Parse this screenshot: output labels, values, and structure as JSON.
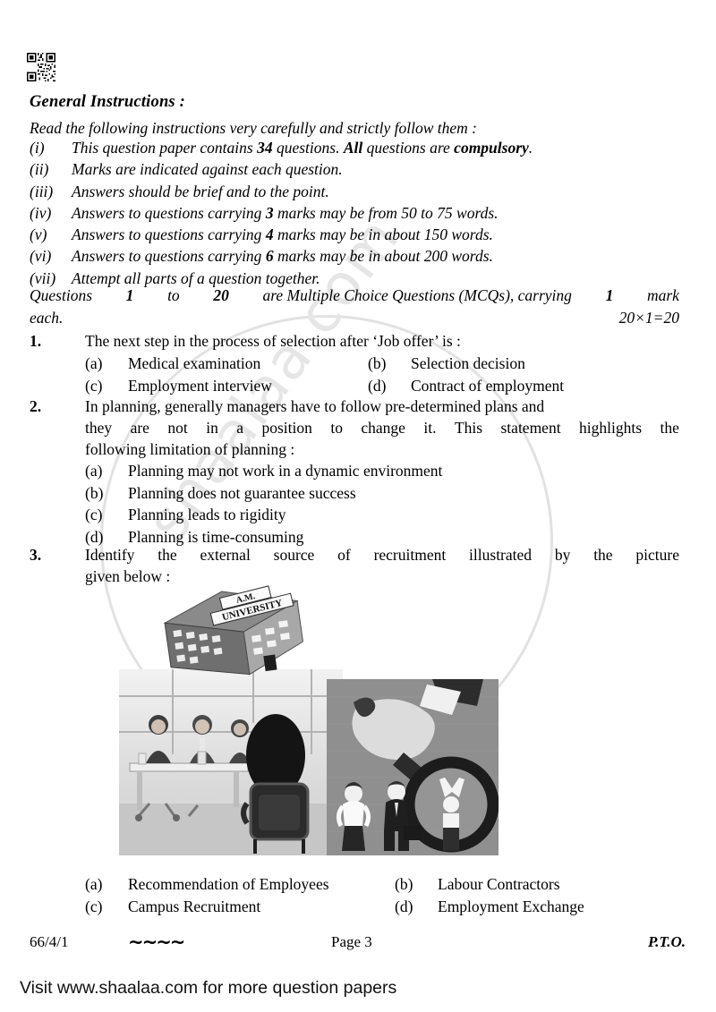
{
  "document": {
    "qr_icon": "qr-code",
    "instructions_heading": "General Instructions :",
    "read_line": "Read the following instructions very carefully and strictly follow them :",
    "instructions": [
      {
        "num": "(i)",
        "pre": "This question paper contains ",
        "b1": "34",
        "mid": " questions. ",
        "b2": "All",
        "mid2": " questions are ",
        "b3": "compulsory",
        "post": "."
      },
      {
        "num": "(ii)",
        "pre": "Marks are indicated against each question.",
        "b1": "",
        "mid": "",
        "b2": "",
        "mid2": "",
        "b3": "",
        "post": ""
      },
      {
        "num": "(iii)",
        "pre": "Answers should be brief and to the point.",
        "b1": "",
        "mid": "",
        "b2": "",
        "mid2": "",
        "b3": "",
        "post": ""
      },
      {
        "num": "(iv)",
        "pre": "Answers to questions carrying ",
        "b1": "3",
        "mid": " marks may be from 50 to 75 words.",
        "b2": "",
        "mid2": "",
        "b3": "",
        "post": ""
      },
      {
        "num": "(v)",
        "pre": "Answers to questions carrying ",
        "b1": "4",
        "mid": " marks may be in about 150 words.",
        "b2": "",
        "mid2": "",
        "b3": "",
        "post": ""
      },
      {
        "num": "(vi)",
        "pre": "Answers to questions carrying ",
        "b1": "6",
        "mid": " marks may be in about 200 words.",
        "b2": "",
        "mid2": "",
        "b3": "",
        "post": ""
      },
      {
        "num": "(vii)",
        "pre": "Attempt all parts of a question together.",
        "b1": "",
        "mid": "",
        "b2": "",
        "mid2": "",
        "b3": "",
        "post": ""
      }
    ],
    "mcq_note": {
      "part1": "Questions ",
      "bold1": "1",
      "part2": " to ",
      "bold2": "20",
      "part3": " are Multiple Choice Questions (MCQs), carrying ",
      "bold3": "1",
      "part4": " mark",
      "line2": "each.",
      "marks": "20×1=20"
    },
    "questions": [
      {
        "num": "1.",
        "text": "The next step in the process of selection after ‘Job offer’ is :",
        "options": [
          {
            "label": "(a)",
            "text": "Medical examination"
          },
          {
            "label": "(b)",
            "text": "Selection decision"
          },
          {
            "label": "(c)",
            "text": "Employment interview"
          },
          {
            "label": "(d)",
            "text": "Contract of employment"
          }
        ]
      },
      {
        "num": "2.",
        "line1": "In planning, generally managers have to follow pre-determined plans and",
        "line2_words": [
          "they",
          "are",
          "not",
          "in",
          "a",
          "position",
          "to",
          "change",
          "it.",
          "This",
          "statement",
          "highlights",
          "the"
        ],
        "line3": "following limitation of planning :",
        "options": [
          {
            "label": "(a)",
            "text": "Planning may not work in a dynamic environment"
          },
          {
            "label": "(b)",
            "text": "Planning does not guarantee success"
          },
          {
            "label": "(c)",
            "text": "Planning leads to rigidity"
          },
          {
            "label": "(d)",
            "text": "Planning is time-consuming"
          }
        ]
      },
      {
        "num": "3.",
        "line1_words": [
          "Identify",
          "the",
          "external",
          "source",
          "of",
          "recruitment",
          "illustrated",
          "by",
          "the",
          "picture"
        ],
        "line2": "given below :",
        "figure": {
          "building_sign_line1": "A.M.",
          "building_sign_line2": "UNIVERSITY",
          "photo_alt": "campus-interview-photo",
          "panel_alt": "magnifying-glass-recruitment-graphic"
        },
        "options": [
          {
            "label": "(a)",
            "text": "Recommendation of Employees"
          },
          {
            "label": "(b)",
            "text": "Labour Contractors"
          },
          {
            "label": "(c)",
            "text": "Campus Recruitment"
          },
          {
            "label": "(d)",
            "text": "Employment Exchange"
          }
        ]
      }
    ],
    "watermark": "shaalaa.com",
    "footer": {
      "code": "66/4/1",
      "ornament": "~~~~",
      "page": "Page 3",
      "pto": "P.T.O."
    },
    "banner": "Visit www.shaalaa.com for more question papers"
  }
}
